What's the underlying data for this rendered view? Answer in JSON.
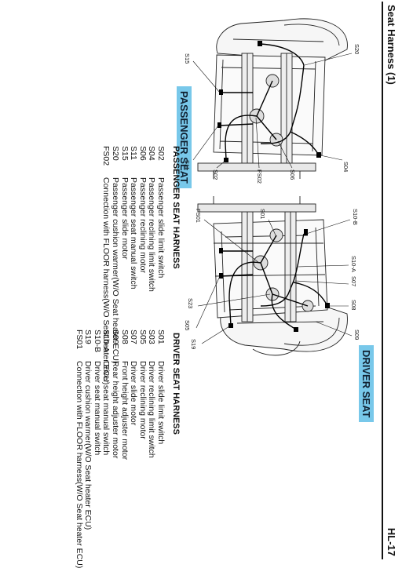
{
  "header": {
    "left": "Seat Harness (1)",
    "right": "HL-17"
  },
  "driver": {
    "banner": "DRIVER SEAT",
    "title": "DRIVER SEAT HARNESS",
    "items": [
      {
        "code": "S01",
        "desc": "Driver slide limit switch"
      },
      {
        "code": "S03",
        "desc": "Driver reclining limit switch"
      },
      {
        "code": "S05",
        "desc": "Driver reclining motor"
      },
      {
        "code": "S07",
        "desc": "Driver slide motor"
      },
      {
        "code": "S08",
        "desc": "Front height adjuster motor"
      },
      {
        "code": "S09",
        "desc": "Rear height adjuster motor"
      },
      {
        "code": "S10-A",
        "desc": "Driver seat manual switch"
      },
      {
        "code": "S10-B",
        "desc": "Driver seat manual switch"
      },
      {
        "code": "S19",
        "desc": "Driver cushion warmer(W/O Seat heater ECU)"
      },
      {
        "code": "FS01",
        "desc": "Connection with FLOOR harness(W/O Seat heater ECU)"
      }
    ],
    "callouts": [
      "S10-B",
      "S10-A",
      "S07",
      "S08",
      "S09",
      "S01",
      "FS01",
      "S23",
      "S19",
      "S05"
    ]
  },
  "passenger": {
    "banner": "PASSENGER SEAT",
    "title": "PASSENGER SEAT HARNESS",
    "items": [
      {
        "code": "S02",
        "desc": "Passenger slide limit switch"
      },
      {
        "code": "S04",
        "desc": "Passenger reclining limit switch"
      },
      {
        "code": "S06",
        "desc": "Passenger reclining motor"
      },
      {
        "code": "S11",
        "desc": "Passenger seat manual switch"
      },
      {
        "code": "S15",
        "desc": "Passenger slide motor"
      },
      {
        "code": "S20",
        "desc": "Passenger cushion warmer(W/O Seat heater ECU)"
      },
      {
        "code": "FS02",
        "desc": "Connection with FLOOR harness(W/O Seat heater ECU)"
      }
    ],
    "callouts": [
      "S20",
      "S04",
      "S06",
      "FS02",
      "S02",
      "S11",
      "S15"
    ]
  }
}
